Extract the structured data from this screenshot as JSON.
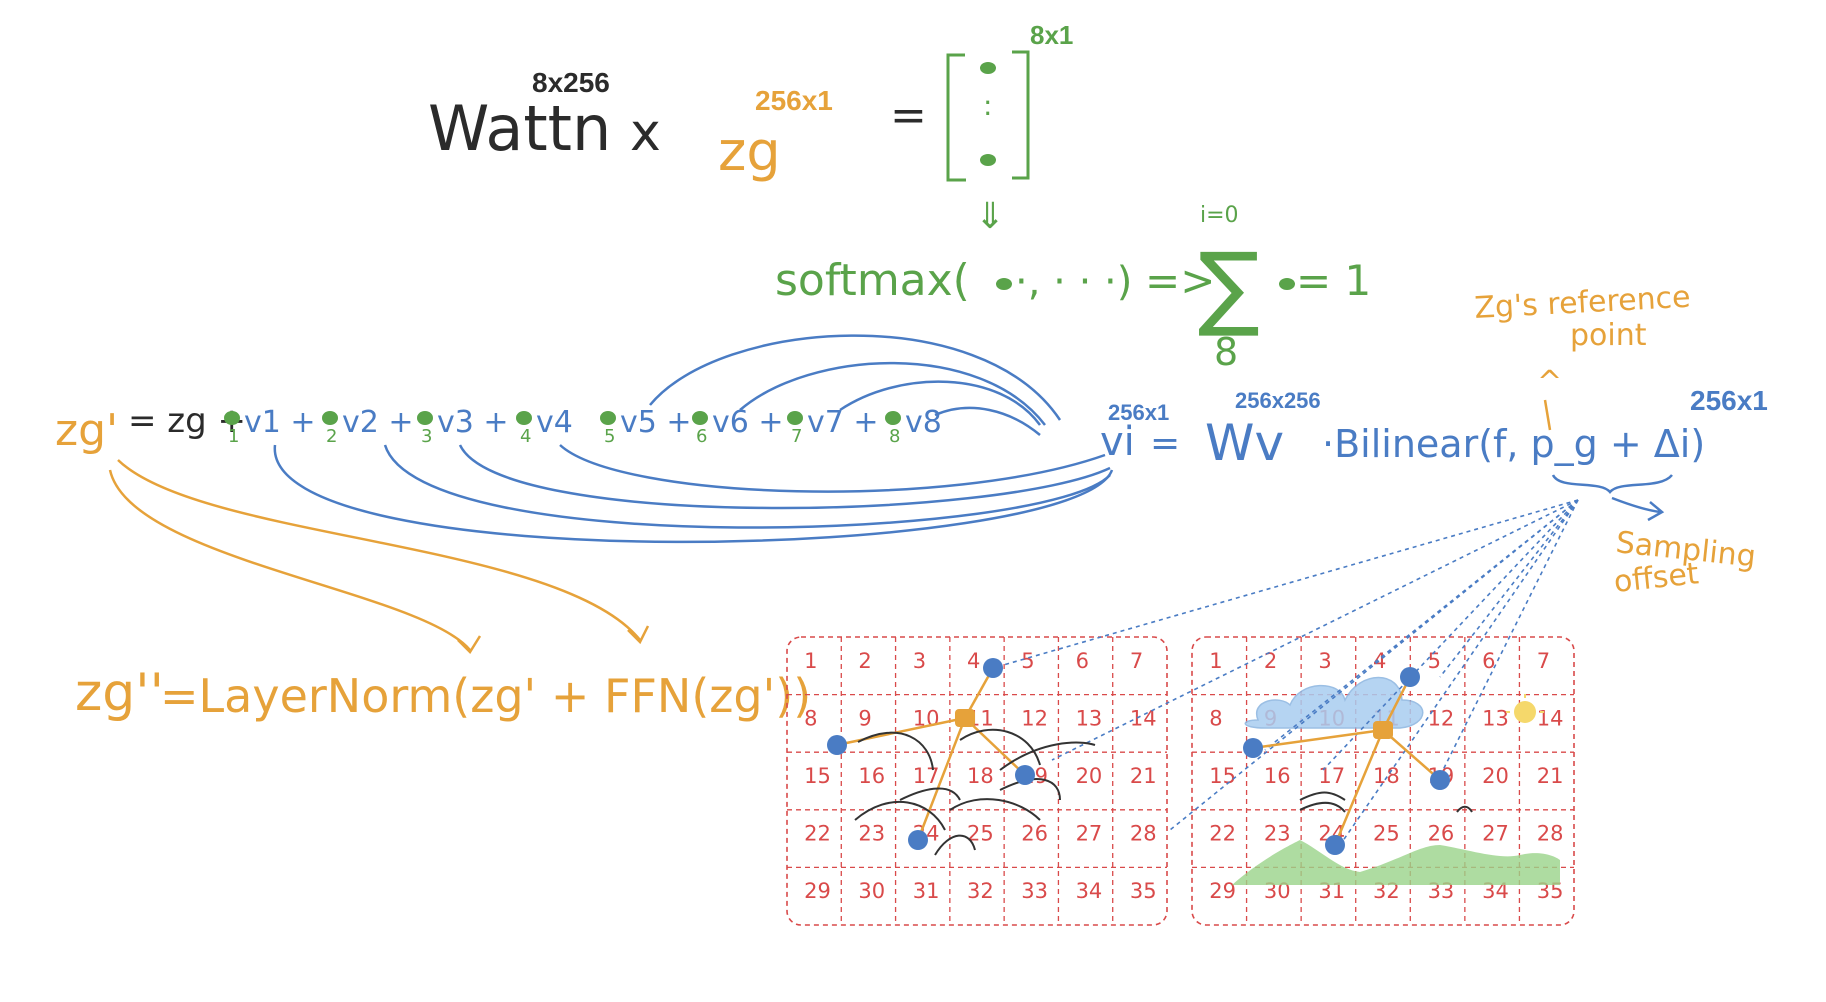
{
  "colors": {
    "black": "#2b2b2b",
    "green": "#5aa34a",
    "orange": "#e6a23a",
    "blue": "#4a7cc4",
    "red": "#d94a4a",
    "dark": "#333333",
    "cloud": "#a9cdf0",
    "grass": "#9ad38a",
    "sun": "#f5d86b"
  },
  "top_equation": {
    "w_attn": "Wattn",
    "w_attn_dim": "8x256",
    "times": "x",
    "z_g": "zg",
    "z_g_dim": "256x1",
    "equals": "=",
    "vector_dim": "8x1",
    "vector_dots": ":"
  },
  "softmax_line": {
    "down_arrow": "⇓",
    "softmax": "softmax(",
    "args": "·, · · ·)",
    "implies": "=>",
    "sum_top": "i=0",
    "sum_symbol": "∑",
    "sum_bottom": "8",
    "result": "= 1"
  },
  "main_equation": {
    "lhs": "zg'",
    "rhs_head": "= zg +",
    "terms": [
      "v1 +",
      "v2 +",
      "v3 +",
      "v4",
      "v5 +",
      "v6 +",
      "v7 +",
      "v8"
    ],
    "term_subs": [
      "1",
      "2",
      "3",
      "4",
      "5",
      "6",
      "7",
      "8"
    ]
  },
  "vi_equation": {
    "vi": "vi",
    "vi_dim": "256x1",
    "equals": "=",
    "wv": "Wv",
    "wv_dim": "256x256",
    "bilinear": "·Bilinear(f, p_g + Δi)",
    "right_dim": "256x1"
  },
  "annotations": {
    "reference_line1": "Zg's reference",
    "reference_line2": "point",
    "caret": "^",
    "sampling_line1": "Sampling",
    "sampling_line2": "offset"
  },
  "layernorm": {
    "lhs": "zg''",
    "rhs": "=LayerNorm(zg' + FFN(zg'))"
  },
  "grid_numbers": [
    [
      "1",
      "2",
      "3",
      "4",
      "5",
      "6",
      "7"
    ],
    [
      "8",
      "9",
      "10",
      "11",
      "12",
      "13",
      "14"
    ],
    [
      "15",
      "16",
      "17",
      "18",
      "19",
      "20",
      "21"
    ],
    [
      "22",
      "23",
      "24",
      "25",
      "26",
      "27",
      "28"
    ],
    [
      "29",
      "30",
      "31",
      "32",
      "33",
      "34",
      "35"
    ]
  ]
}
